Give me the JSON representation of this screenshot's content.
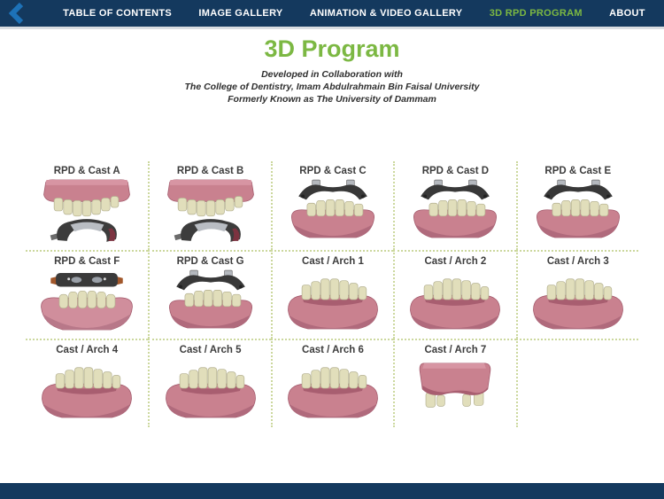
{
  "nav": {
    "items": [
      {
        "label": "TABLE OF CONTENTS",
        "active": false
      },
      {
        "label": "IMAGE GALLERY",
        "active": false
      },
      {
        "label": "ANIMATION & VIDEO GALLERY",
        "active": false
      },
      {
        "label": "3D RPD PROGRAM",
        "active": true
      },
      {
        "label": "ABOUT",
        "active": false
      }
    ]
  },
  "header": {
    "title": "3D Program",
    "subtitle_lines": [
      "Developed in Collaboration with",
      "The College of Dentistry, Imam Abdulrahmain Bin Faisal University",
      "Formerly Known as The University of Dammam"
    ]
  },
  "colors": {
    "navbar_navy": "#14395e",
    "accent_green": "#7cb843",
    "back_arrow_blue": "#1d72b8",
    "dotted_divider": "#ccd89e",
    "cast_pink": "#c9818f",
    "teeth_cream": "#e1debb",
    "framework_metal": "#3a3a3a"
  },
  "grid": {
    "cells": [
      {
        "label": "RPD & Cast A",
        "model": "maxillary-cast-with-rpd-framework-below"
      },
      {
        "label": "RPD & Cast B",
        "model": "maxillary-cast-with-rpd-framework-below"
      },
      {
        "label": "RPD & Cast C",
        "model": "rpd-framework-above-mandibular-cast"
      },
      {
        "label": "RPD & Cast D",
        "model": "rpd-framework-above-mandibular-cast"
      },
      {
        "label": "RPD & Cast E",
        "model": "rpd-framework-above-mandibular-cast"
      },
      {
        "label": "RPD & Cast F",
        "model": "rpd-framework-bar-above-mandibular-cast"
      },
      {
        "label": "RPD & Cast G",
        "model": "rpd-framework-above-mandibular-cast"
      },
      {
        "label": "Cast / Arch 1",
        "model": "mandibular-cast"
      },
      {
        "label": "Cast / Arch 2",
        "model": "mandibular-cast"
      },
      {
        "label": "Cast / Arch 3",
        "model": "mandibular-cast"
      },
      {
        "label": "Cast / Arch 4",
        "model": "mandibular-cast"
      },
      {
        "label": "Cast / Arch 5",
        "model": "mandibular-cast"
      },
      {
        "label": "Cast / Arch 6",
        "model": "mandibular-cast"
      },
      {
        "label": "Cast / Arch 7",
        "model": "partially-edentulous-maxillary-cast"
      }
    ]
  }
}
